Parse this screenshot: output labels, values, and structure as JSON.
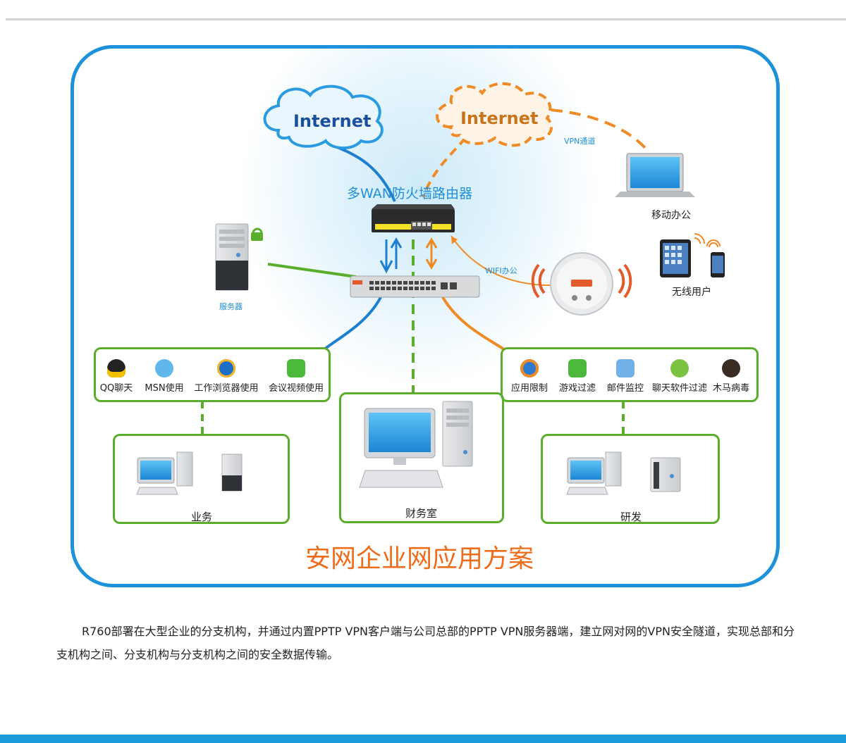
{
  "diagram": {
    "title": "安网企业网应用方案",
    "clouds": {
      "left": "Internet",
      "right": "Internet"
    },
    "router_label": "多WAN防火墙路由器",
    "vpn_tunnel_label": "VPN通道",
    "wifi_label": "WIFI办公",
    "mobile_office_label": "移动办公",
    "wireless_users_label": "无线用户",
    "server_label": "服务器",
    "left_apps": [
      "QQ聊天",
      "MSN使用",
      "工作浏览器使用",
      "会议视频使用"
    ],
    "right_apps": [
      "应用限制",
      "游戏过滤",
      "邮件监控",
      "聊天软件过滤",
      "木马病毒"
    ],
    "departments": [
      "业务",
      "财务室",
      "研发"
    ],
    "colors": {
      "blue": "#1d92db",
      "orange": "#f08a24",
      "green": "#5aae2b",
      "title_orange": "#ee6d1d"
    }
  },
  "description": "R760部署在大型企业的分支机构，并通过内置PPTP VPN客户端与公司总部的PPTP VPN服务器端，建立网对网的VPN安全隧道，实现总部和分支机构之间、分支机构与分支机构之间的安全数据传输。"
}
